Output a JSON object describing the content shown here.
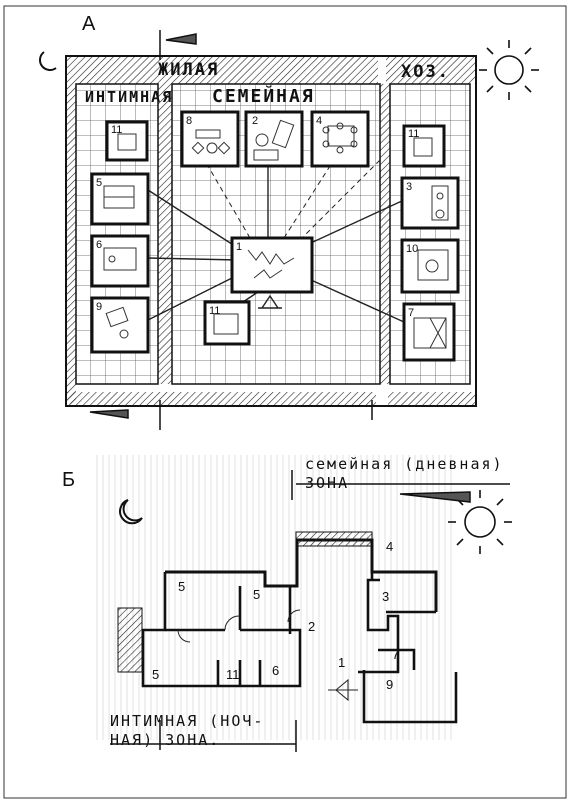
{
  "figure": {
    "panel_a_label": "А",
    "panel_b_label": "Б",
    "zones_a": {
      "living": "ЖИЛАЯ",
      "utility": "ХОЗ.",
      "intimate": "ИНТИМНАЯ",
      "family": "СЕМЕЙНАЯ"
    },
    "zones_b": {
      "family_day_line1": "семейная (дневная)",
      "family_day_line2": "ЗОНА",
      "intimate_night_line1": "ИНТИМНАЯ (НОЧ-",
      "intimate_night_line2": "НАЯ) ЗОНА."
    },
    "rooms_a": [
      "11",
      "5",
      "6",
      "9",
      "8",
      "2",
      "4",
      "1",
      "11",
      "11",
      "3",
      "10",
      "7"
    ],
    "rooms_b": [
      "5",
      "5",
      "5",
      "2",
      "4",
      "3",
      "1",
      "7",
      "9",
      "11",
      "6"
    ]
  }
}
